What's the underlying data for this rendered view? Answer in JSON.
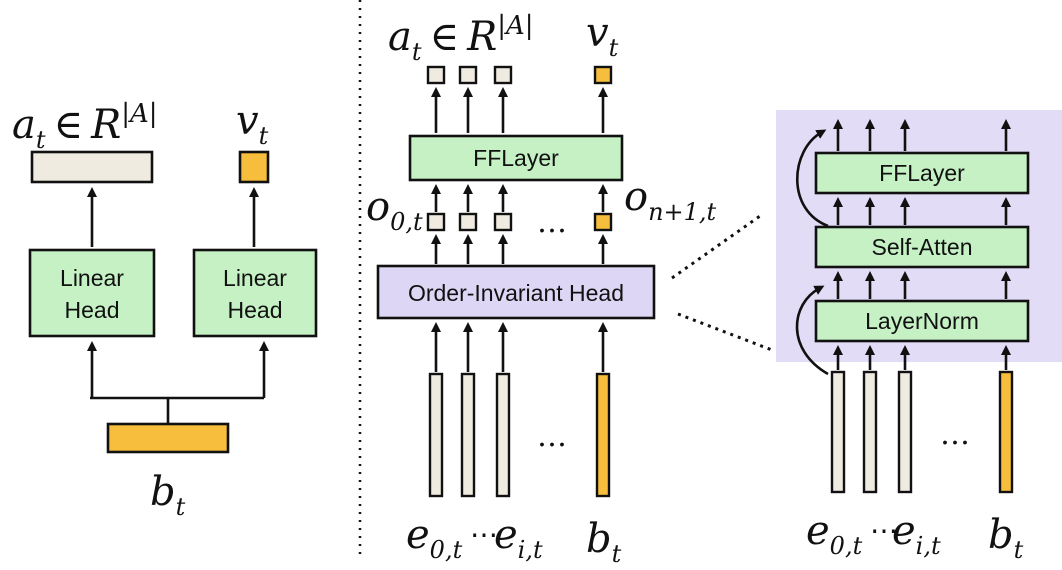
{
  "colors": {
    "green_box": "#c5f1c4",
    "purple_box": "#ddd6f5",
    "purple_region": "#e2dcf6",
    "orange": "#f7bd3c",
    "beige": "#f0ebe0",
    "stroke": "#111111"
  },
  "left": {
    "policy_output": {
      "base": "a",
      "sub": "t",
      "symbol": "∈",
      "space": "R",
      "sup": "|A|"
    },
    "value_output": {
      "base": "v",
      "sub": "t"
    },
    "policy_head_label": [
      "Linear",
      "Head"
    ],
    "value_head_label": [
      "Linear",
      "Head"
    ],
    "input": {
      "base": "b",
      "sub": "t"
    }
  },
  "middle": {
    "policy_output": {
      "base": "a",
      "sub": "t",
      "symbol": "∈",
      "space": "R",
      "sup": "|A|"
    },
    "value_output": {
      "base": "v",
      "sub": "t"
    },
    "ff_layer_label": "FFLayer",
    "order_invariant_label": "Order-Invariant Head",
    "o_first": {
      "base": "o",
      "sub": "0,t"
    },
    "o_last": {
      "base": "o",
      "sub": "n+1,t"
    },
    "dots": "…",
    "input_e0": {
      "base": "e",
      "sub": "0,t"
    },
    "input_ei": {
      "base": "e",
      "sub": "i,t"
    },
    "input_dots": "⋯",
    "input_b": {
      "base": "b",
      "sub": "t"
    }
  },
  "right": {
    "ff_layer_label": "FFLayer",
    "self_atten_label": "Self-Atten",
    "layer_norm_label": "LayerNorm",
    "dots": "…",
    "input_e0": {
      "base": "e",
      "sub": "0,t"
    },
    "input_ei": {
      "base": "e",
      "sub": "i,t"
    },
    "input_dots": "⋯",
    "input_b": {
      "base": "b",
      "sub": "t"
    }
  }
}
